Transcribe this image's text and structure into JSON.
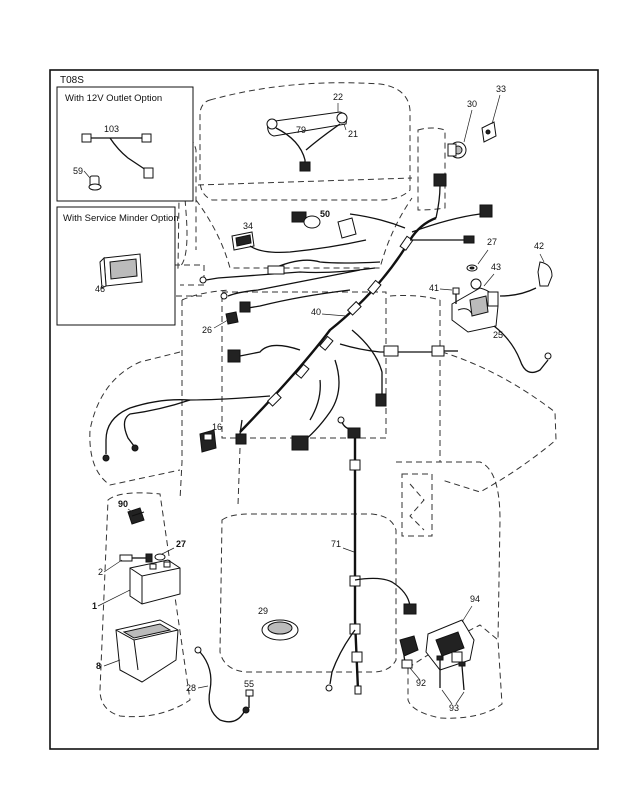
{
  "frame_code": "T08S",
  "insets": {
    "outlet": {
      "title": "With 12V Outlet Option"
    },
    "service": {
      "title": "With Service Minder Option"
    }
  },
  "callouts": {
    "c103": "103",
    "c59": "59",
    "c46": "46",
    "c22": "22",
    "c79": "79",
    "c21": "21",
    "c30": "30",
    "c33": "33",
    "c50": "50",
    "c34": "34",
    "c27a": "27",
    "c42": "42",
    "c43": "43",
    "c41": "41",
    "c26": "26",
    "c40": "40",
    "c25": "25",
    "c16": "16",
    "c90": "90",
    "c27b": "27",
    "c2": "2",
    "c1": "1",
    "c8": "8",
    "c71": "71",
    "c29": "29",
    "c94": "94",
    "c28": "28",
    "c55": "55",
    "c92": "92",
    "c93": "93"
  }
}
